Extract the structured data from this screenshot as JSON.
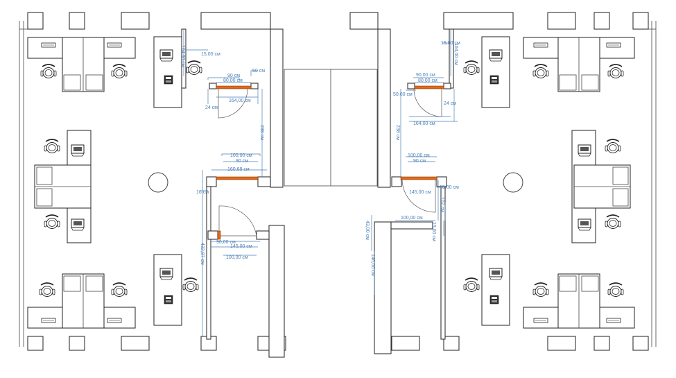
{
  "colors": {
    "wall": "#333333",
    "dimension": "#4a7fb5",
    "door_leaf": "#e06a1b",
    "background": "#ffffff"
  },
  "icons": [
    "office-chair-icon",
    "computer-workstation-icon",
    "telephone-icon",
    "column-circle-icon"
  ],
  "dimensions": {
    "tl_15": "15,00 см",
    "tl_164v": "164,00 см",
    "tl_90": "90 см",
    "tl_80": "80,00 см",
    "tl_50": "50 см",
    "tl_164": "164,00 см",
    "tl_24": "24 см",
    "l_238": "238 см",
    "l_100": "100,00 см",
    "l_90": "90 см",
    "l_160": "160,68 см",
    "l_16": "16 см",
    "l_432": "432,87 см",
    "l_90b": "90,00 см",
    "l_145": "145,00 см",
    "l_100b": "100,00 см",
    "tr_15": "15,00 см",
    "tr_164v": "164,00 см",
    "tr_90": "90,00 см",
    "tr_80": "80,00 см",
    "tr_50": "50,00 см",
    "tr_24": "24 см",
    "tr_164": "164,00 см",
    "r_238": "238 см",
    "r_100": "100,00 см",
    "r_90": "90 см",
    "r_145": "145,00 см",
    "r_15": "15,00 см",
    "r_107": "107 см",
    "r_100b": "100,00 см",
    "r_15b": "15,00 см",
    "r_43": "43,00 см",
    "r_146": "146,00 см"
  }
}
